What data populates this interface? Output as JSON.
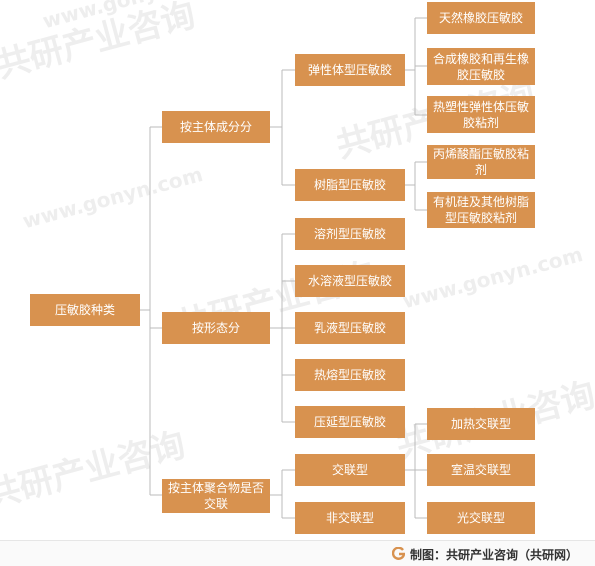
{
  "diagram": {
    "root": "压敏胶种类",
    "level1": {
      "by_main_component": "按主体成分分",
      "by_form": "按形态分",
      "by_crosslink": "按主体聚合物是否交联"
    },
    "level2": {
      "elastomer": "弹性体型压敏胶",
      "resin": "树脂型压敏胶",
      "solvent": "溶剂型压敏胶",
      "water": "水溶液型压敏胶",
      "emulsion": "乳液型压敏胶",
      "hotmelt": "热熔型压敏胶",
      "calender": "压延型压敏胶",
      "crosslinked": "交联型",
      "non_crosslinked": "非交联型"
    },
    "level3": {
      "natural_rubber": "天然橡胶压敏胶",
      "synthetic_rubber": "合成橡胶和再生橡胶压敏胶",
      "thermoplastic": "热塑性弹性体压敏胶粘剂",
      "acrylic": "丙烯酸酯压敏胶粘剂",
      "silicone": "有机硅及其他树脂型压敏胶粘剂",
      "heat_crosslink": "加热交联型",
      "room_temp_crosslink": "室温交联型",
      "photo_crosslink": "光交联型"
    }
  },
  "watermark": {
    "cn": "共研产业咨询",
    "en": "www.gonyn.com"
  },
  "footer": {
    "credit": "制图：共研产业咨询（共研网）"
  },
  "colors": {
    "node": "#d8924f",
    "line": "#bbbbbb",
    "watermark": "#eeeeee"
  }
}
